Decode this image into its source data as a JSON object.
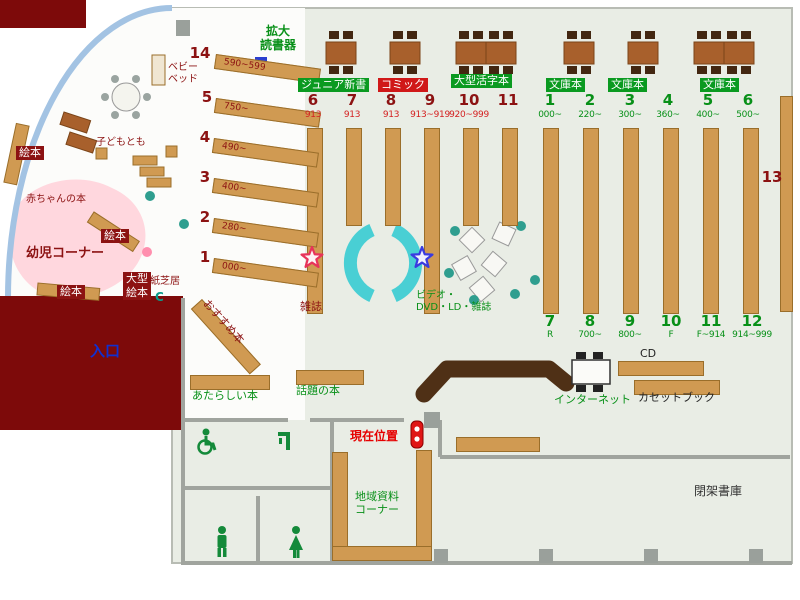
{
  "map": {
    "areas": {
      "magnifier_lines": [
        "拡大",
        "読書器"
      ],
      "junior_shinsho": "ジュニア新書",
      "comic": "コミック",
      "large_print": "大型活字本",
      "bunko": [
        "文庫本",
        "文庫本",
        "文庫本"
      ],
      "baby_bed_lines": [
        "ベビー",
        "ベッド"
      ],
      "kodomo_tomo": "子どもとも",
      "ehon": [
        "絵本",
        "絵本",
        "絵本"
      ],
      "large_ehon_lines": [
        "大型",
        "絵本"
      ],
      "baby_books": "赤ちゃんの本",
      "toddler_corner": "幼児コーナー",
      "kamishibai": "紙芝居",
      "copy_mark": "C",
      "recommended": "おすすめ本",
      "entrance": "入口",
      "magazines": "雑誌",
      "video_lines": [
        "ビデオ・",
        "DVD・LD・雑誌"
      ],
      "new_books": "あたらしい本",
      "topic_books": "話題の本",
      "current_location": "現在位置",
      "cd": "CD",
      "internet": "インターネット",
      "cassette_book": "カセットブック",
      "local_corner_lines": [
        "地域資料",
        "コーナー"
      ],
      "closed_stacks": "閉架書庫",
      "wall_shelf_no": "13"
    },
    "diagonal_shelves": [
      {
        "no": "14",
        "range": "590~599"
      },
      {
        "no": "5",
        "range": "750~"
      },
      {
        "no": "4",
        "range": "490~"
      },
      {
        "no": "3",
        "range": "400~"
      },
      {
        "no": "2",
        "range": "280~"
      },
      {
        "no": "1",
        "range": "000~"
      }
    ],
    "aisles_top_left": [
      {
        "no": "6",
        "code": "913"
      },
      {
        "no": "7",
        "code": "913"
      },
      {
        "no": "8",
        "code": "913"
      },
      {
        "no": "9",
        "code": "913~919"
      },
      {
        "no": "10",
        "code": "920~999"
      },
      {
        "no": "11",
        "code": ""
      }
    ],
    "aisles_top_right": [
      {
        "no": "1",
        "code": "000~"
      },
      {
        "no": "2",
        "code": "220~"
      },
      {
        "no": "3",
        "code": "300~"
      },
      {
        "no": "4",
        "code": "360~"
      },
      {
        "no": "5",
        "code": "400~"
      },
      {
        "no": "6",
        "code": "500~"
      }
    ],
    "aisles_bottom": [
      {
        "no": "7",
        "code": "R"
      },
      {
        "no": "8",
        "code": "700~"
      },
      {
        "no": "9",
        "code": "800~"
      },
      {
        "no": "10",
        "code": "F"
      },
      {
        "no": "11",
        "code": "F~914"
      },
      {
        "no": "12",
        "code": "914~999"
      }
    ],
    "colors": {
      "floor": "#e9ede5",
      "kids_floor": "#fcfcfa",
      "exterior": "#7d0a0a",
      "shelf_tan": "#d09a52",
      "accent_green": "#089018",
      "accent_red": "#d42222",
      "maroon": "#8c1212",
      "entrance_blue": "#1030d0",
      "bench_cyan": "#49cfd4",
      "kids_pink": "#ffd7de"
    }
  }
}
